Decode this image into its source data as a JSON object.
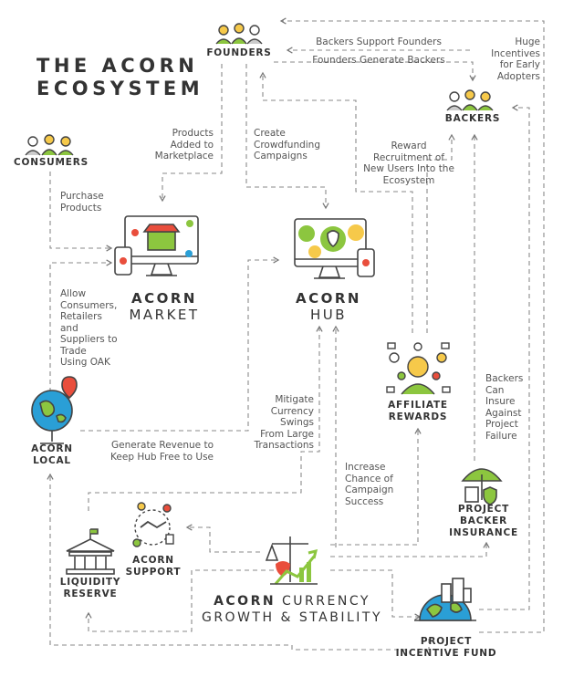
{
  "title": "THE ACORN\nECOSYSTEM",
  "nodes": {
    "founders": "FOUNDERS",
    "backers": "BACKERS",
    "consumers": "CONSUMERS",
    "market_brand": "ACORN",
    "market_sub": "MARKET",
    "hub_brand": "ACORN",
    "hub_sub": "HUB",
    "affiliate": "AFFILIATE\nREWARDS",
    "local": "ACORN\nLOCAL",
    "insurance": "PROJECT\nBACKER\nINSURANCE",
    "support": "ACORN\nSUPPORT",
    "liquidity": "LIQUIDITY\nRESERVE",
    "currency_brand": "ACORN",
    "currency_line1": "CURRENCY",
    "currency_line2": "GROWTH & STABILITY",
    "incentive_fund": "PROJECT\nINCENTIVE FUND"
  },
  "edges": {
    "backers_support_founders": "Backers Support Founders",
    "founders_generate_backers": "Founders Generate Backers",
    "huge_incentives": "Huge\nIncentives\nfor Early\nAdopters",
    "products_added": "Products\nAdded to\nMarketplace",
    "create_crowdfunding": "Create\nCrowdfunding\nCampaigns",
    "reward_recruitment": "Reward\nRecruitment of\nNew Users Into the\nEcosystem",
    "purchase_products": "Purchase\nProducts",
    "allow_consumers": "Allow\nConsumers,\nRetailers\nand\nSuppliers to\nTrade\nUsing OAK",
    "mitigate_currency": "Mitigate\nCurrency\nSwings\nFrom Large\nTransactions",
    "generate_revenue": "Generate Revenue to\nKeep Hub Free to Use",
    "backers_insure": "Backers\nCan\nInsure\nAgainst\nProject\nFailure",
    "increase_chance": "Increase\nChance of\nCampaign\nSuccess"
  },
  "colors": {
    "green": "#8cc63f",
    "dark": "#444444",
    "red": "#e94e3c",
    "blue": "#2a9fd6",
    "yellow": "#f6c94a",
    "grey": "#9a9a9a"
  }
}
